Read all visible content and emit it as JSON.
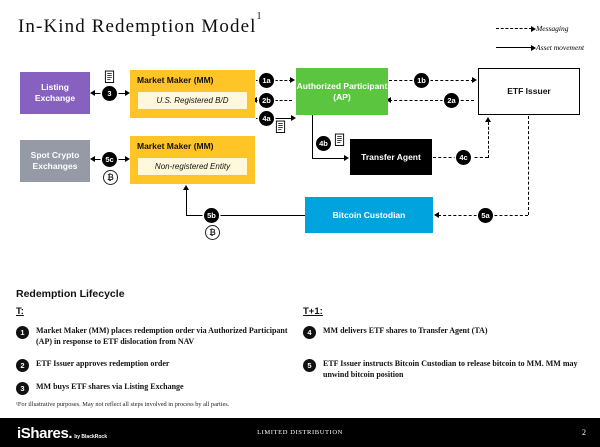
{
  "slide": {
    "title": "In-Kind Redemption Model",
    "title_footnote_marker": "1"
  },
  "legend": {
    "items": [
      {
        "label": "Messaging",
        "style": "dashed",
        "icon": "dashed-arrow-icon"
      },
      {
        "label": "Asset movement",
        "style": "solid",
        "icon": "solid-arrow-icon"
      }
    ]
  },
  "diagram": {
    "nodes": {
      "listing_exchange": {
        "label": "Listing Exchange",
        "color": "#8761C0"
      },
      "spot_crypto_exchanges": {
        "label": "Spot Crypto Exchanges",
        "color": "#9699A6"
      },
      "market_maker_1": {
        "title": "Market Maker (MM)",
        "subtitle": "U.S. Registered B/D",
        "color": "#FFC425"
      },
      "market_maker_2": {
        "title": "Market Maker (MM)",
        "subtitle": "Non-registered Entity",
        "color": "#FFC425"
      },
      "authorized_participant": {
        "label": "Authorized Participant (AP)",
        "color": "#5CC53F"
      },
      "transfer_agent": {
        "label": "Transfer Agent",
        "color": "#000000"
      },
      "etf_issuer": {
        "label": "ETF Issuer",
        "color": "#FFFFFF"
      },
      "bitcoin_custodian": {
        "label": "Bitcoin Custodian",
        "color": "#00A3DD"
      }
    },
    "markers": {
      "m1a": "1a",
      "m1b": "1b",
      "m2a": "2a",
      "m2b": "2b",
      "m3": "3",
      "m4a": "4a",
      "m4b": "4b",
      "m4c": "4c",
      "m5a": "5a",
      "m5b": "5b",
      "m5c": "5c",
      "btc_symbol": "₿"
    }
  },
  "lifecycle": {
    "heading": "Redemption Lifecycle",
    "columns": [
      {
        "header": "T:",
        "steps": [
          {
            "num": "1",
            "text": "Market Maker (MM) places redemption order via Authorized Participant (AP) in response to ETF dislocation from NAV"
          },
          {
            "num": "2",
            "text": "ETF Issuer approves redemption order"
          },
          {
            "num": "3",
            "text": "MM buys ETF shares via Listing Exchange"
          }
        ]
      },
      {
        "header": "T+1:",
        "steps": [
          {
            "num": "4",
            "text": "MM delivers ETF shares to Transfer Agent (TA)"
          },
          {
            "num": "5",
            "text": "ETF Issuer instructs Bitcoin Custodian to release bitcoin to MM. MM may unwind bitcoin position"
          }
        ]
      }
    ]
  },
  "footnote": "¹For illustrative purposes.  May not reflect all steps involved in process by all parties.",
  "footer": {
    "logo_text": "iShares",
    "logo_dot": ".",
    "logo_by": "by BlackRock",
    "center_text": "LIMITED DISTRIBUTION",
    "page_number": "2"
  }
}
